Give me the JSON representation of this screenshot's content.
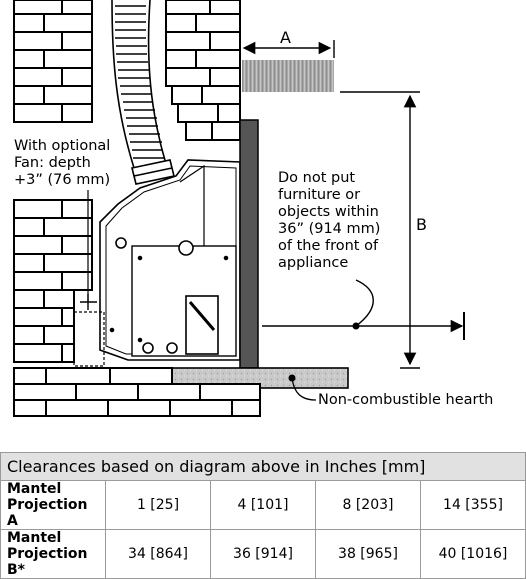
{
  "diagram": {
    "label_a": "A",
    "label_b": "B",
    "fan_note": [
      "With optional",
      "Fan: depth",
      "+3” (76 mm)"
    ],
    "furniture_note": [
      "Do not put",
      "furniture or",
      "objects within",
      "36”  (914 mm)",
      "of the front of",
      "appliance"
    ],
    "hearth_label": "Non-combustible hearth"
  },
  "table": {
    "caption": "Clearances based on diagram above in Inches [mm]",
    "rows": [
      {
        "label": "Mantel Projection A",
        "values": [
          "1 [25]",
          "4 [101]",
          "8 [203]",
          "14 [355]"
        ]
      },
      {
        "label": "Mantel Projection B*",
        "values": [
          "34 [864]",
          "36 [914]",
          "38 [965]",
          "40 [1016]"
        ]
      }
    ]
  }
}
